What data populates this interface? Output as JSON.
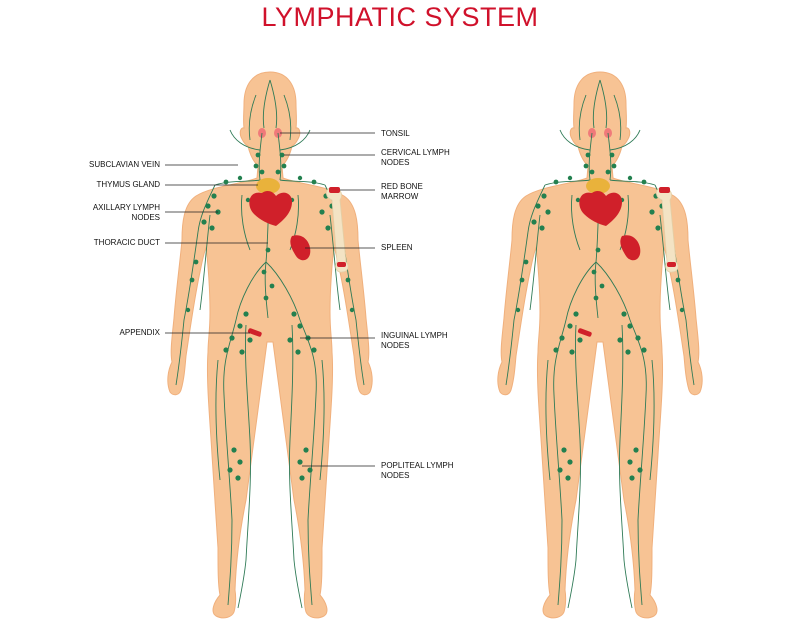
{
  "title": "LYMPHATIC SYSTEM",
  "colors": {
    "title": "#d0112b",
    "skin": "#f7c394",
    "skin_outline": "#f0b07d",
    "vessel": "#2f7a56",
    "node": "#23804f",
    "organ": "#d0202a",
    "gland": "#e9b23b",
    "bone": "#f3e3c4",
    "tonsil": "#f07a7a",
    "leader": "#222222"
  },
  "labels_left": [
    {
      "id": "subclavian-vein",
      "text": "SUBCLAVIAN VEIN"
    },
    {
      "id": "thymus-gland",
      "text": "THYMUS GLAND"
    },
    {
      "id": "axillary-lymph-nodes",
      "text": "AXILLARY LYMPH\nNODES"
    },
    {
      "id": "thoracic-duct",
      "text": "THORACIC DUCT"
    },
    {
      "id": "appendix",
      "text": "APPENDIX"
    }
  ],
  "labels_right": [
    {
      "id": "tonsil",
      "text": "TONSIL"
    },
    {
      "id": "cervical-lymph-nodes",
      "text": "CERVICAL LYMPH\nNODES"
    },
    {
      "id": "red-bone-marrow",
      "text": "RED BONE\nMARROW"
    },
    {
      "id": "spleen",
      "text": "SPLEEN"
    },
    {
      "id": "inguinal-lymph-nodes",
      "text": "INGUINAL LYMPH\nNODES"
    },
    {
      "id": "popliteal-lymph-nodes",
      "text": "POPLITEAL LYMPH\nNODES"
    }
  ]
}
